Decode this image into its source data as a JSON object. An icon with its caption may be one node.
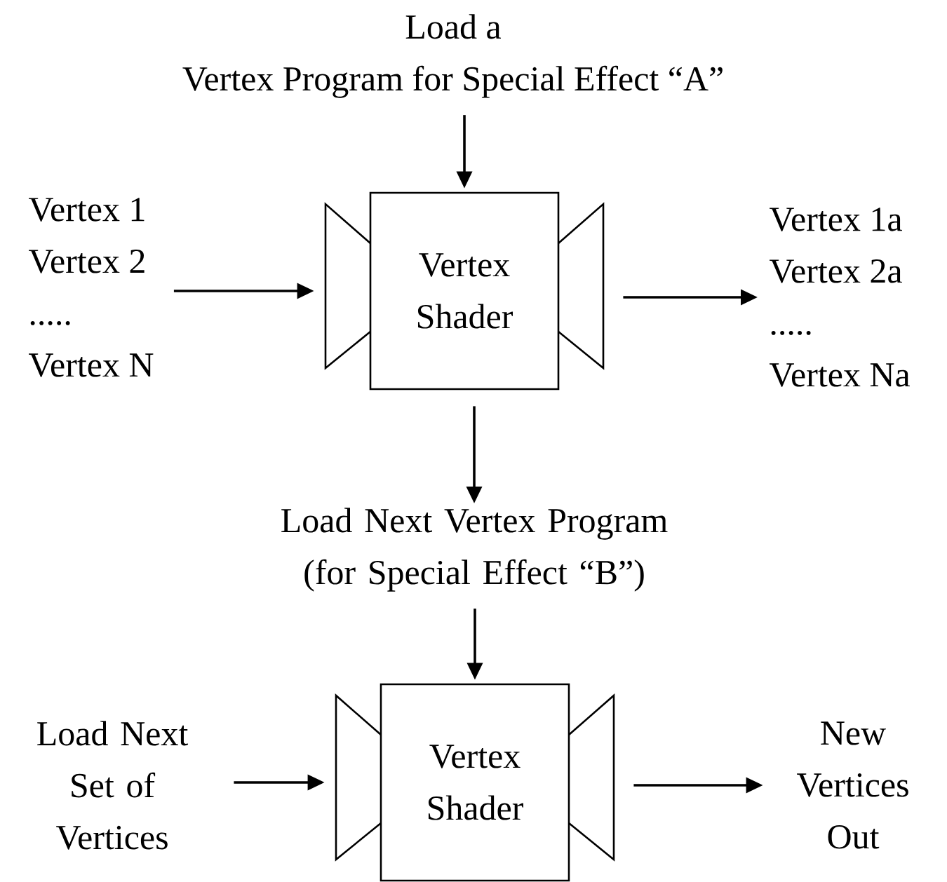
{
  "diagram": {
    "nodes": [
      {
        "text": [
          "Load a Vertex Program for Special Effect “A”"
        ]
      },
      {
        "text": [
          "Vertex 1",
          "Vertex 2",
          ".....",
          "Vertex N"
        ]
      },
      {
        "text": [
          "Vertex Shader"
        ]
      },
      {
        "text": [
          "Vertex 1a",
          "Vertex 2a",
          ".....",
          "Vertex Na"
        ]
      },
      {
        "text": [
          "Load Next Vertex Program (for Special Effect “B”)"
        ]
      },
      {
        "text": [
          "Load Next Set of Vertices"
        ]
      },
      {
        "text": [
          "Vertex Shader"
        ]
      },
      {
        "text": [
          "New Vertices Out"
        ]
      }
    ],
    "edges": [
      {
        "from": 0,
        "to": 2,
        "arrow": "to"
      },
      {
        "from": 1,
        "to": 2,
        "arrow": "to"
      },
      {
        "from": 2,
        "to": 3,
        "arrow": "to"
      },
      {
        "from": 2,
        "to": 4,
        "arrow": "to"
      },
      {
        "from": 4,
        "to": 6,
        "arrow": "to"
      },
      {
        "from": 5,
        "to": 6,
        "arrow": "to"
      },
      {
        "from": 6,
        "to": 7,
        "arrow": "to"
      }
    ]
  }
}
